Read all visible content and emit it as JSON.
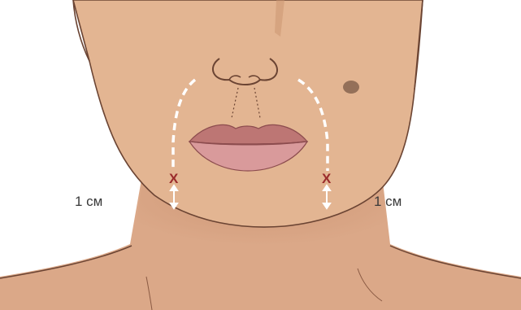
{
  "labels": {
    "left_distance": "1 см",
    "right_distance": "1 см",
    "mark_left": "X",
    "mark_right": "X"
  },
  "colors": {
    "skin": "#e3b592",
    "skin_shadow": "#c9946d",
    "outline": "#6b4433",
    "lip_upper": "#bd7674",
    "lip_lower": "#d99a9b",
    "lip_line": "#8c4c4e",
    "guide_line": "#ffffff",
    "mark": "#9b2c2c",
    "mole": "#7a5a45"
  }
}
